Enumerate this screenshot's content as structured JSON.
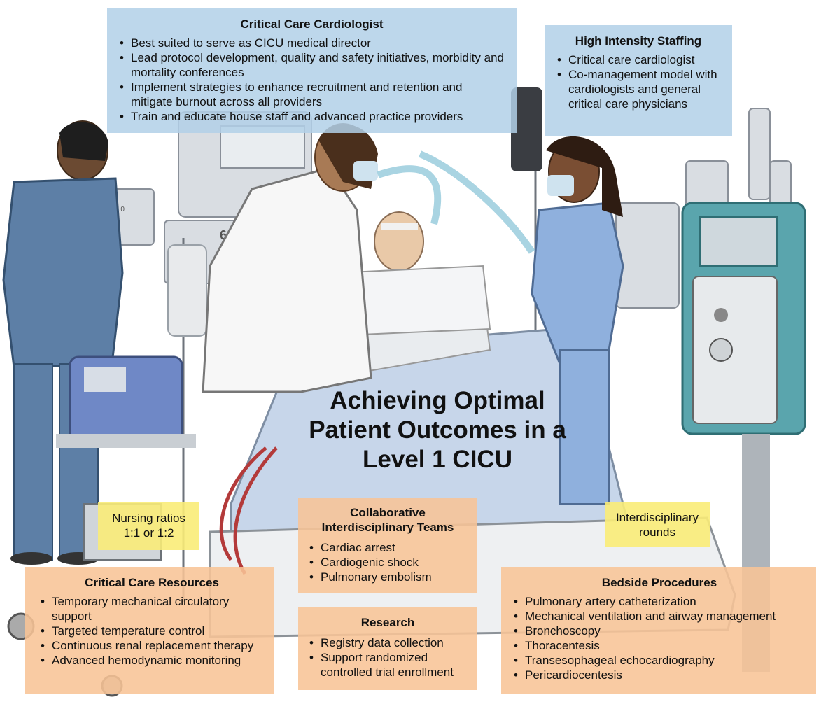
{
  "title_lines": [
    "Achieving Optimal",
    "Patient Outcomes in a",
    "Level 1 CICU"
  ],
  "critical_care_cardiologist": {
    "heading": "Critical Care Cardiologist",
    "items": [
      "Best suited to serve as CICU medical director",
      "Lead protocol development, quality and safety initiatives, morbidity and mortality conferences",
      "Implement strategies to enhance recruitment and retention and mitigate burnout across all providers",
      "Train and educate house staff and advanced practice providers"
    ]
  },
  "high_intensity_staffing": {
    "heading": "High Intensity Staffing",
    "items": [
      "Critical care cardiologist",
      "Co-management model with cardiologists and general critical care physicians"
    ]
  },
  "nursing_ratios": {
    "line1": "Nursing ratios",
    "line2": "1:1 or 1:2"
  },
  "interdisciplinary_rounds": {
    "line1": "Interdisciplinary",
    "line2": "rounds"
  },
  "collaborative_teams": {
    "heading_line1": "Collaborative",
    "heading_line2": "Interdisciplinary Teams",
    "items": [
      "Cardiac arrest",
      "Cardiogenic shock",
      "Pulmonary embolism"
    ]
  },
  "research": {
    "heading": "Research",
    "items": [
      "Registry data collection",
      "Support randomized controlled trial enrollment"
    ]
  },
  "critical_care_resources": {
    "heading": "Critical Care Resources",
    "items": [
      "Temporary mechanical circulatory support",
      "Targeted temperature control",
      "Continuous renal replacement therapy",
      "Advanced hemodynamic monitoring"
    ]
  },
  "bedside_procedures": {
    "heading": "Bedside Procedures",
    "items": [
      "Pulmonary artery catheterization",
      "Mechanical ventilation and airway management",
      "Bronchoscopy",
      "Thoracentesis",
      "Transesophageal echocardiography",
      "Pericardiocentesis"
    ]
  },
  "monitor_labels": {
    "reading": "66",
    "ventilator_reading": "3.0"
  },
  "colors": {
    "blue_box": "#b2d0e8",
    "orange_box": "#f8c496",
    "yellow_box": "#faec78",
    "scrubs": "#5d7fa6",
    "nurse_scrubs": "#8fb0dd",
    "dialysis_teal": "#3f8f98"
  }
}
